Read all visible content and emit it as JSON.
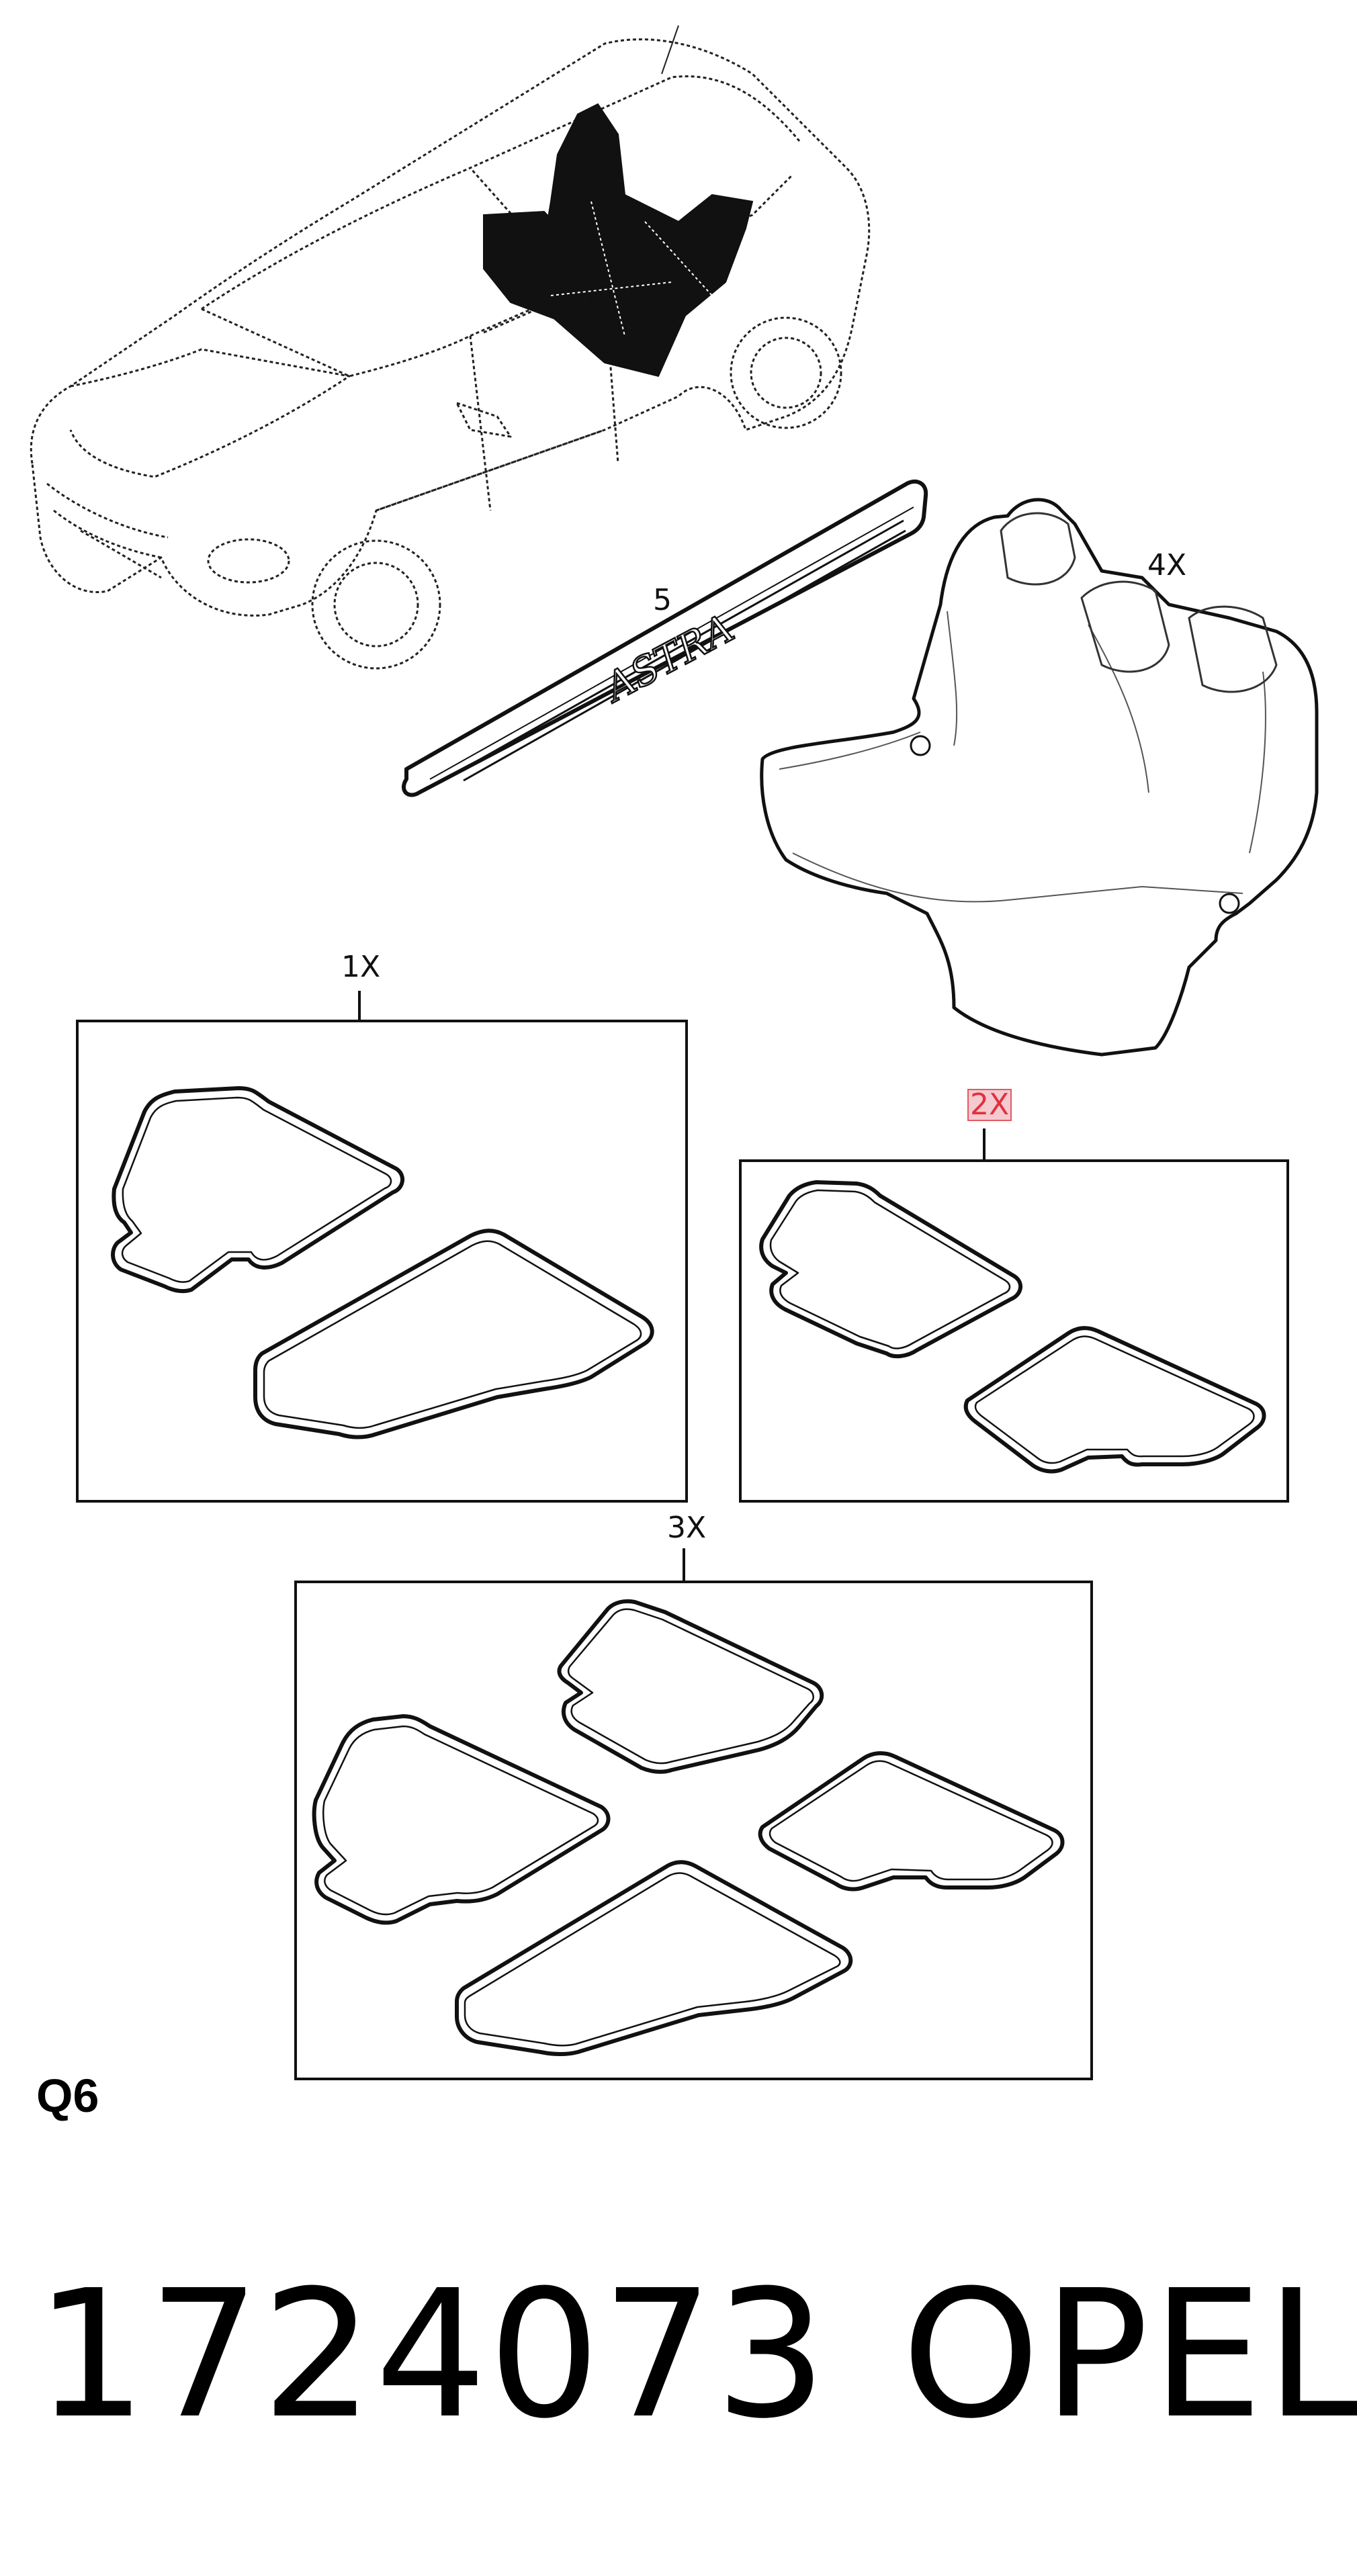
{
  "callouts": {
    "car": "",
    "sill_plate": "5",
    "seat_cover": "4X",
    "mat_set_1": "1X",
    "mat_set_2": "2X",
    "mat_set_3": "3X"
  },
  "sill_plate_lettering": "ASTRA",
  "page_code": "Q6",
  "part_number": "1724073",
  "brand": "OPEL",
  "colors": {
    "line": "#111111",
    "highlight_fill": "#f4c9cf",
    "highlight_text": "#e0323c"
  }
}
